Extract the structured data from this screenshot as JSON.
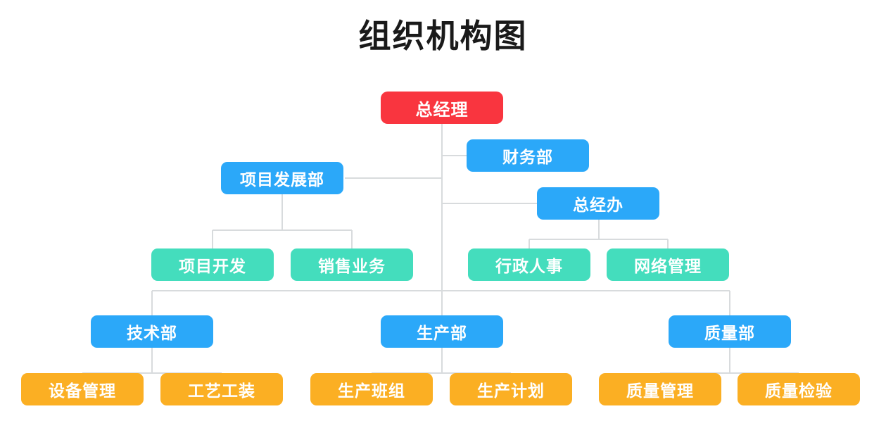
{
  "page": {
    "title": "组织机构图",
    "background": "#ffffff"
  },
  "palette": {
    "root": "#f9353f",
    "department": "#2ba8f9",
    "team": "#44ddbd",
    "unit": "#fbaf23",
    "connector": "#d8dbdd",
    "title_text": "#1a1a1a",
    "node_text": "#ffffff"
  },
  "chart_data": {
    "type": "diagram",
    "subtype": "organization-chart",
    "title": "组织机构图",
    "orientation": "top-down",
    "levels": [
      "root",
      "department",
      "team",
      "unit"
    ],
    "nodes": [
      {
        "id": "n1",
        "label": "总经理",
        "level": "root",
        "color": "#f9353f",
        "parent": null
      },
      {
        "id": "n2",
        "label": "财务部",
        "level": "department",
        "color": "#2ba8f9",
        "parent": "n1"
      },
      {
        "id": "n3",
        "label": "项目发展部",
        "level": "department",
        "color": "#2ba8f9",
        "parent": "n1"
      },
      {
        "id": "n4",
        "label": "总经办",
        "level": "department",
        "color": "#2ba8f9",
        "parent": "n1"
      },
      {
        "id": "n5",
        "label": "项目开发",
        "level": "team",
        "color": "#44ddbd",
        "parent": "n3"
      },
      {
        "id": "n6",
        "label": "销售业务",
        "level": "team",
        "color": "#44ddbd",
        "parent": "n3"
      },
      {
        "id": "n7",
        "label": "行政人事",
        "level": "team",
        "color": "#44ddbd",
        "parent": "n4"
      },
      {
        "id": "n8",
        "label": "网络管理",
        "level": "team",
        "color": "#44ddbd",
        "parent": "n4"
      },
      {
        "id": "n9",
        "label": "技术部",
        "level": "department",
        "color": "#2ba8f9",
        "parent": "n1"
      },
      {
        "id": "n10",
        "label": "生产部",
        "level": "department",
        "color": "#2ba8f9",
        "parent": "n1"
      },
      {
        "id": "n11",
        "label": "质量部",
        "level": "department",
        "color": "#2ba8f9",
        "parent": "n1"
      },
      {
        "id": "n12",
        "label": "设备管理",
        "level": "unit",
        "color": "#fbaf23",
        "parent": "n9"
      },
      {
        "id": "n13",
        "label": "工艺工装",
        "level": "unit",
        "color": "#fbaf23",
        "parent": "n9"
      },
      {
        "id": "n14",
        "label": "生产班组",
        "level": "unit",
        "color": "#fbaf23",
        "parent": "n10"
      },
      {
        "id": "n15",
        "label": "生产计划",
        "level": "unit",
        "color": "#fbaf23",
        "parent": "n10"
      },
      {
        "id": "n16",
        "label": "质量管理",
        "level": "unit",
        "color": "#fbaf23",
        "parent": "n11"
      },
      {
        "id": "n17",
        "label": "质量检验",
        "level": "unit",
        "color": "#fbaf23",
        "parent": "n11"
      }
    ],
    "edges": [
      {
        "from": "n1",
        "to": "n2"
      },
      {
        "from": "n1",
        "to": "n3"
      },
      {
        "from": "n1",
        "to": "n4"
      },
      {
        "from": "n1",
        "to": "n9"
      },
      {
        "from": "n1",
        "to": "n10"
      },
      {
        "from": "n1",
        "to": "n11"
      },
      {
        "from": "n3",
        "to": "n5"
      },
      {
        "from": "n3",
        "to": "n6"
      },
      {
        "from": "n4",
        "to": "n7"
      },
      {
        "from": "n4",
        "to": "n8"
      },
      {
        "from": "n9",
        "to": "n12"
      },
      {
        "from": "n9",
        "to": "n13"
      },
      {
        "from": "n10",
        "to": "n14"
      },
      {
        "from": "n10",
        "to": "n15"
      },
      {
        "from": "n11",
        "to": "n16"
      },
      {
        "from": "n11",
        "to": "n17"
      }
    ]
  },
  "nodes": {
    "n1": {
      "label": "总经理"
    },
    "n2": {
      "label": "财务部"
    },
    "n3": {
      "label": "项目发展部"
    },
    "n4": {
      "label": "总经办"
    },
    "n5": {
      "label": "项目开发"
    },
    "n6": {
      "label": "销售业务"
    },
    "n7": {
      "label": "行政人事"
    },
    "n8": {
      "label": "网络管理"
    },
    "n9": {
      "label": "技术部"
    },
    "n10": {
      "label": "生产部"
    },
    "n11": {
      "label": "质量部"
    },
    "n12": {
      "label": "设备管理"
    },
    "n13": {
      "label": "工艺工装"
    },
    "n14": {
      "label": "生产班组"
    },
    "n15": {
      "label": "生产计划"
    },
    "n16": {
      "label": "质量管理"
    },
    "n17": {
      "label": "质量检验"
    }
  }
}
